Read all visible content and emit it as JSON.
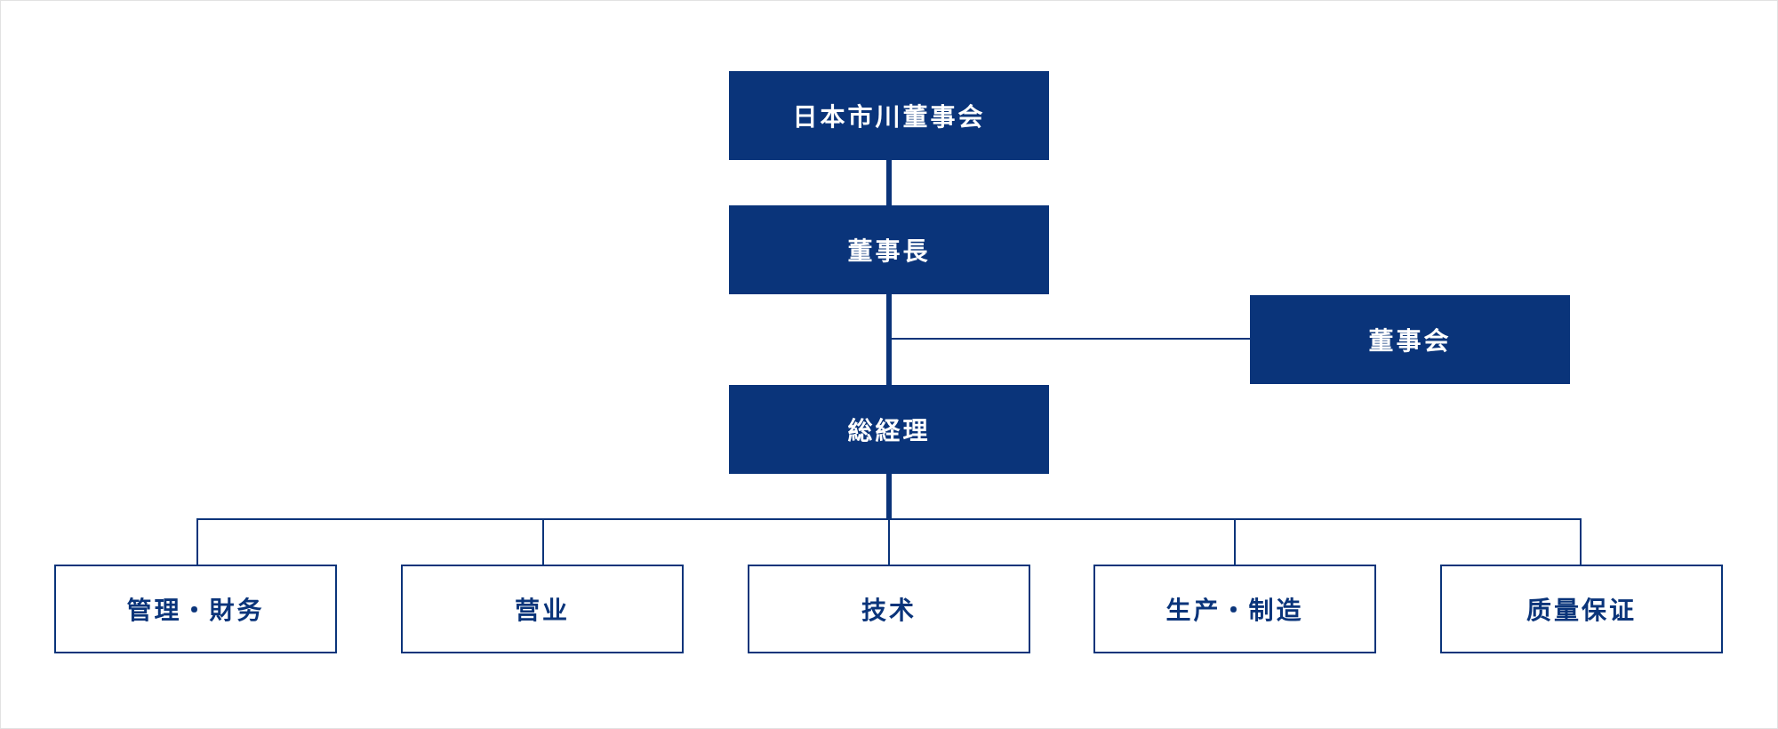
{
  "theme": {
    "brand_color": "#0a347a",
    "background": "#ffffff"
  },
  "chart": {
    "top_node": "日本市川董事会",
    "chairman": "董事長",
    "board": "董事会",
    "general_manager": "総経理",
    "departments": [
      "管理・財务",
      "营业",
      "技术",
      "生产・制造",
      "质量保证"
    ]
  }
}
